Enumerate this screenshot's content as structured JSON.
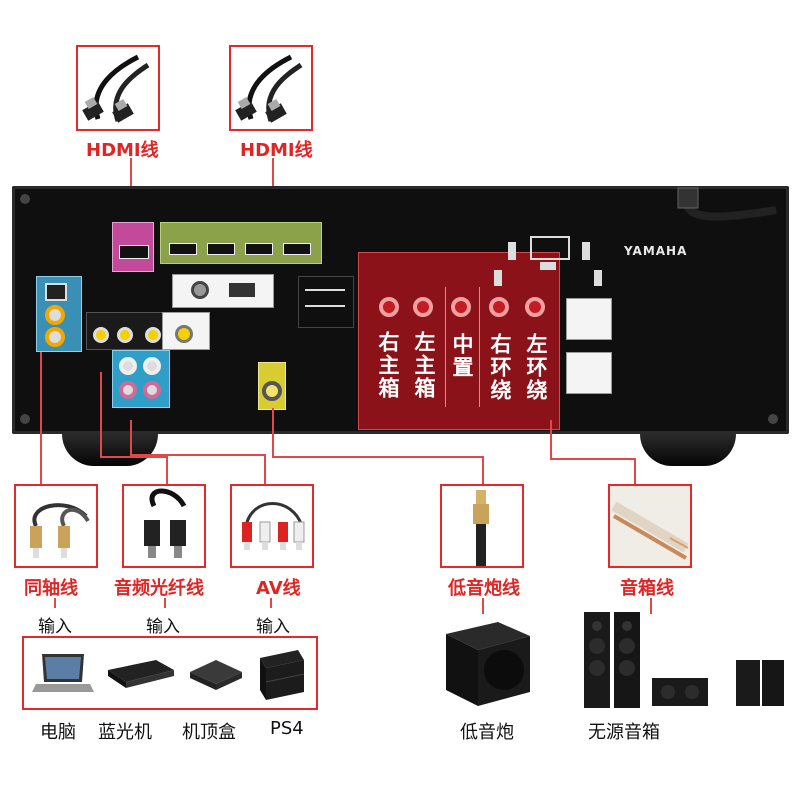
{
  "top_cables": [
    {
      "label": "HDMI线"
    },
    {
      "label": "HDMI线"
    }
  ],
  "receiver": {
    "brand": "YAMAHA",
    "speaker_labels": [
      "右主箱",
      "左主箱",
      "中置",
      "右环绕",
      "左环绕"
    ]
  },
  "bottom_cables": [
    {
      "label": "同轴线"
    },
    {
      "label": "音频光纤线"
    },
    {
      "label": "AV线"
    },
    {
      "label": "低音炮线"
    },
    {
      "label": "音箱线"
    }
  ],
  "inputs_label": "输入",
  "devices": [
    {
      "label": "电脑",
      "icon": "laptop-icon"
    },
    {
      "label": "蓝光机",
      "icon": "bluray-player-icon"
    },
    {
      "label": "机顶盒",
      "icon": "set-top-box-icon"
    },
    {
      "label": "PS4",
      "icon": "ps4-console-icon"
    }
  ],
  "subwoofer_label": "低音炮",
  "passive_speakers_label": "无源音箱",
  "colors": {
    "accent_red": "#e02525",
    "receiver_body": "#0f0f10",
    "hdmi_panel": "#8ba24a",
    "speaker_panel": "#8a1218"
  }
}
